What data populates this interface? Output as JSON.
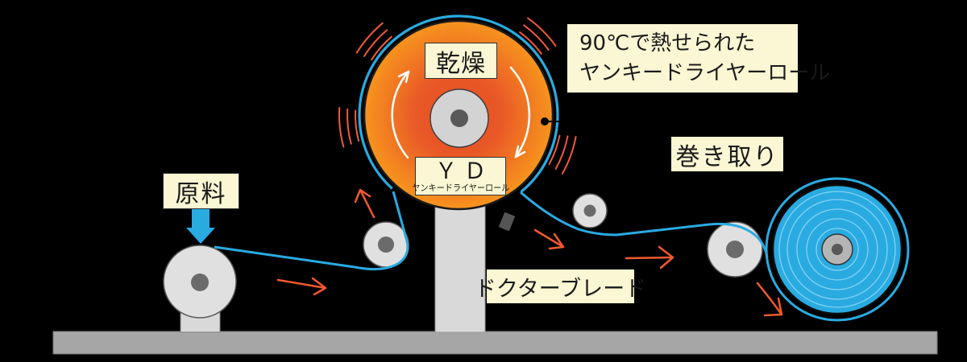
{
  "diagram": {
    "type": "process-diagram",
    "subject": "Yankee dryer paper machine flow",
    "labels": {
      "raw_material": "原料",
      "drying": "乾燥",
      "yd_abbr": "ＹＤ",
      "yd_full": "ヤンキードライヤーロール",
      "heated_note_line1": "90℃で熱せられた",
      "heated_note_line2": "ヤンキードライヤーロール",
      "winding": "巻き取り",
      "doctor_blade": "ドクターブレード"
    },
    "colors": {
      "background": "#000000",
      "paper_line_blue": "#29ABE2",
      "dryer_orange_outer": "#F7941D",
      "dryer_orange_inner": "#E54E22",
      "heat_wave_red": "#F2593B",
      "flow_arrow_orange": "#F1592F",
      "label_cream": "#FBF6D3",
      "floor_gray": "#A6A6A6",
      "roller_gray": "#E0E0E0",
      "axle_gray": "#6B6B6B"
    }
  }
}
